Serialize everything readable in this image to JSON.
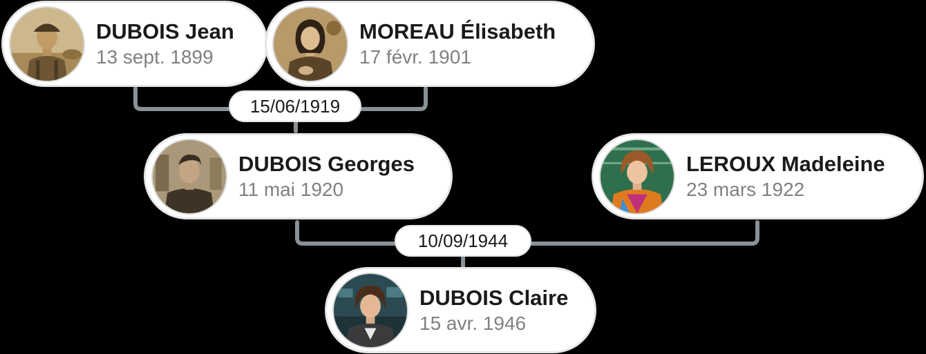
{
  "people": {
    "jean": {
      "name": "DUBOIS Jean",
      "date": "13 sept. 1899",
      "icon": "portrait-farmer-sepia"
    },
    "elisabeth": {
      "name": "MOREAU Élisabeth",
      "date": "17 févr. 1901",
      "icon": "portrait-woman-sepia"
    },
    "georges": {
      "name": "DUBOIS Georges",
      "date": "11 mai 1920",
      "icon": "portrait-man-workshop-sepia"
    },
    "madeleine": {
      "name": "LEROUX Madeleine",
      "date": "23 mars 1922",
      "icon": "portrait-woman-colorful"
    },
    "claire": {
      "name": "DUBOIS Claire",
      "date": "15 avr. 1946",
      "icon": "portrait-woman-office"
    }
  },
  "marriages": {
    "first": {
      "date": "15/06/1919"
    },
    "second": {
      "date": "10/09/1944"
    }
  },
  "colors": {
    "connector": "#8a9196",
    "card_background": "#ffffff",
    "name_text": "#1a1a1a",
    "date_text": "#808080",
    "page_background": "#000000"
  }
}
